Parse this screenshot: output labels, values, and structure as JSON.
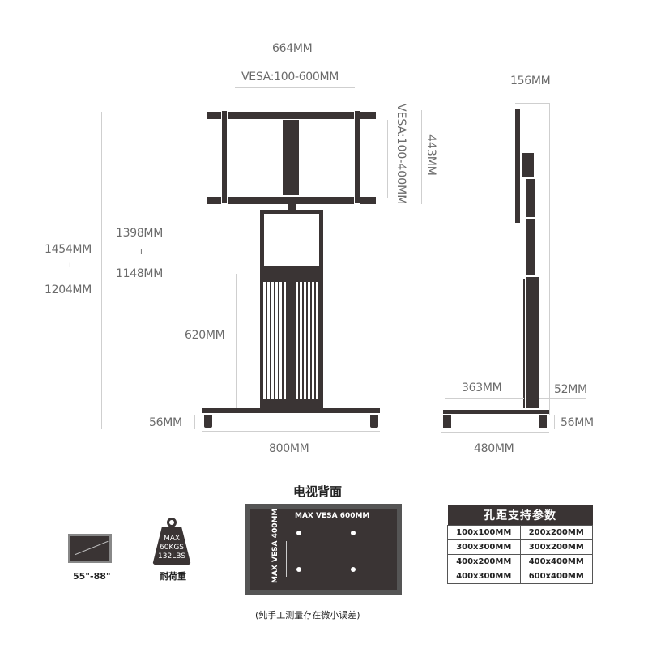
{
  "front_view": {
    "width_top": "664MM",
    "vesa_horizontal": "VESA:100-600MM",
    "vesa_vertical": "VESA:100-400MM",
    "mount_height": "443MM",
    "total_height_max": "1454MM",
    "total_height_min": "1204MM",
    "center_height_max": "1398MM",
    "center_height_min": "1148MM",
    "range_separator": "ı",
    "column_height": "620MM",
    "wheel_height": "56MM",
    "base_width": "800MM"
  },
  "side_view": {
    "depth_top": "156MM",
    "offset": "363MM",
    "column_depth": "52MM",
    "wheel_height": "56MM",
    "base_depth": "480MM"
  },
  "specs": {
    "screen_size": "55\"-88\"",
    "weight_max": "MAX",
    "weight_kg": "60KGS",
    "weight_lbs": "132LBS",
    "weight_label": "耐荷重"
  },
  "tv_back": {
    "title": "电视背面",
    "max_vesa_h": "MAX VESA 600MM",
    "max_vesa_v": "MAX VESA 400MM",
    "note": "(纯手工测量存在微小误差)"
  },
  "vesa_table": {
    "header": "孔距支持参数",
    "rows": [
      [
        "100x100MM",
        "200x200MM"
      ],
      [
        "300x300MM",
        "300x200MM"
      ],
      [
        "400x200MM",
        "400x400MM"
      ],
      [
        "400x300MM",
        "600x400MM"
      ]
    ]
  },
  "colors": {
    "frame": "#3a3434",
    "dim_text": "#6b6b6b",
    "dim_line": "#cfcfcf"
  }
}
